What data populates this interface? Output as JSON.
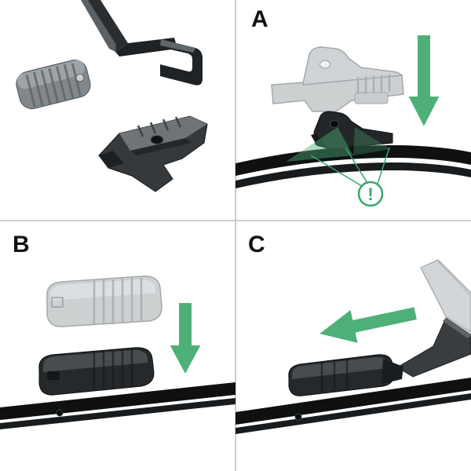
{
  "panels": {
    "step_a": {
      "label": "A"
    },
    "step_b": {
      "label": "B"
    },
    "step_c": {
      "label": "C"
    }
  },
  "warning": {
    "symbol": "!"
  },
  "colors": {
    "arrow_green": "#4fb077",
    "warning_green": "#3aa56e",
    "blade_black": "#0e1012",
    "part_dark_gray": "#35393c",
    "ghost_gray": "#c9cdcf",
    "divider_gray": "#cccccc",
    "label_black": "#111111",
    "background": "#ffffff"
  }
}
